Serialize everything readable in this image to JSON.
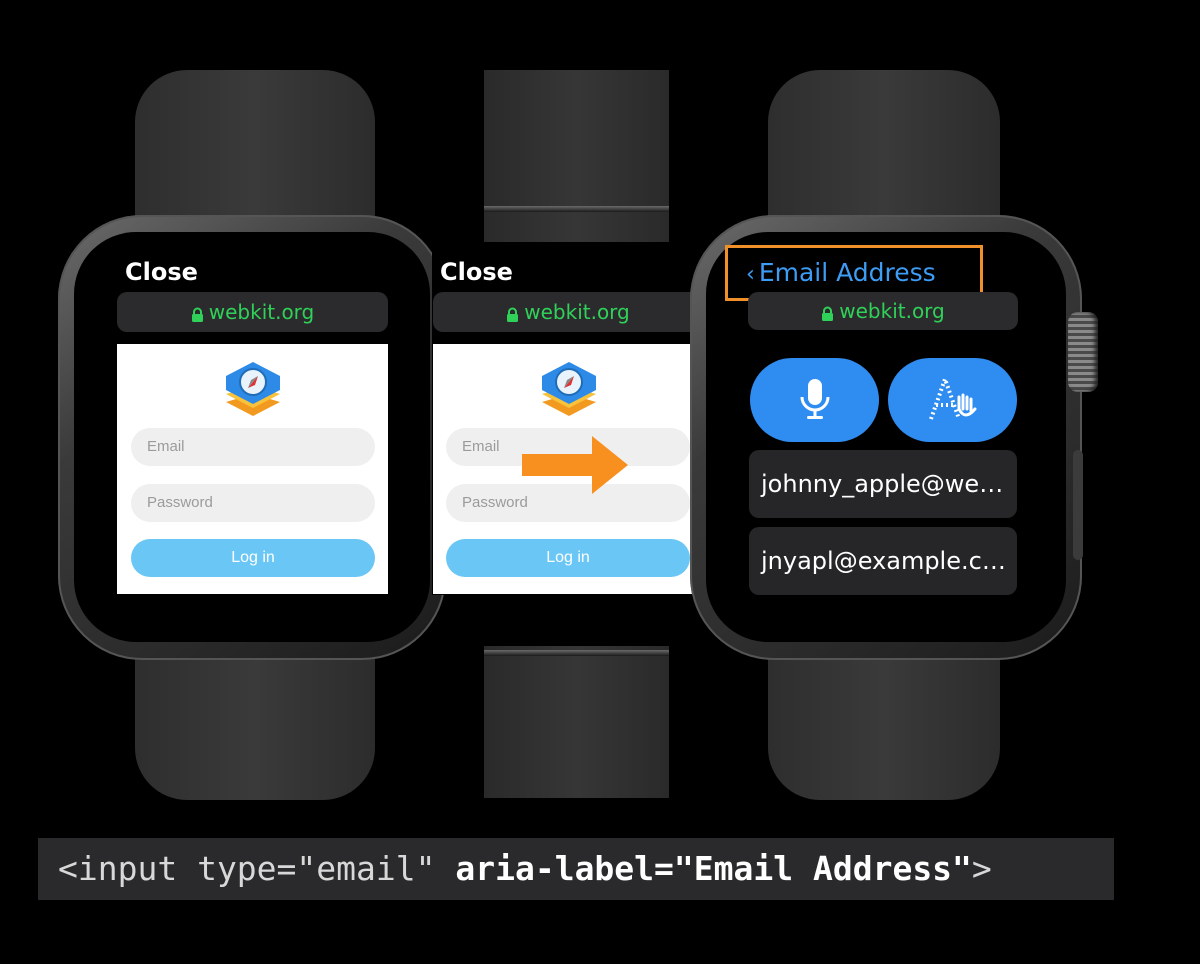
{
  "watch1": {
    "close_label": "Close",
    "url": "webkit.org",
    "email_placeholder": "Email",
    "password_placeholder": "Password",
    "login_label": "Log in"
  },
  "watch2": {
    "close_label": "Close",
    "url": "webkit.org",
    "email_placeholder": "Email",
    "password_placeholder": "Password",
    "login_label": "Log in"
  },
  "watch3": {
    "back_label": "Email Address",
    "url": "webkit.org",
    "dictation_icon": "microphone-icon",
    "scribble_icon": "scribble-icon",
    "suggestions": [
      "johnny_apple@we…",
      "jnyapl@example.c…"
    ]
  },
  "code": {
    "prefix": "<input type=\"email\" ",
    "highlight": "aria-label=\"Email Address\"",
    "suffix": ">"
  },
  "colors": {
    "url_green": "#30d158",
    "link_blue": "#3d9cf5",
    "highlight_orange": "#f0902a",
    "arrow_orange": "#f7901e",
    "login_button": "#6ac7f5"
  }
}
